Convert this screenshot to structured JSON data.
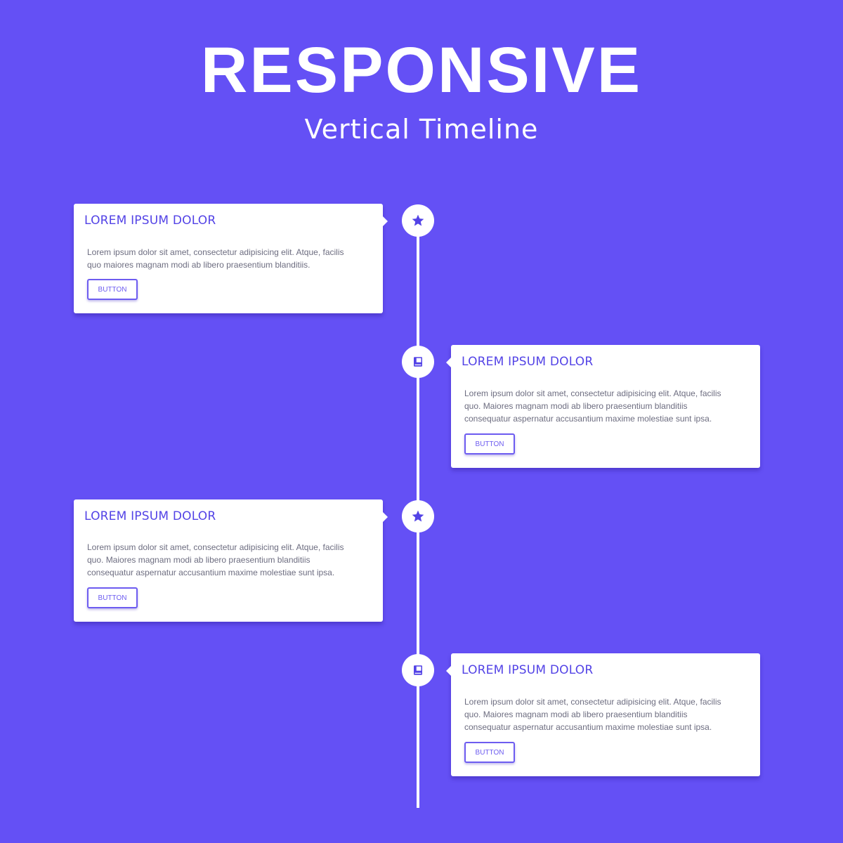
{
  "header": {
    "title": "RESPONSIVE",
    "subtitle": "Vertical Timeline"
  },
  "colors": {
    "background": "#6450f5",
    "accent": "#5343e6",
    "card": "#ffffff"
  },
  "timeline": {
    "items": [
      {
        "icon": "star-icon",
        "side": "left",
        "title": "LOREM IPSUM DOLOR",
        "body_lines": [
          "Lorem ipsum dolor sit amet, consectetur adipisicing elit. Atque, facilis",
          "quo maiores magnam modi ab libero praesentium blanditiis."
        ],
        "button_label": "BUTTON"
      },
      {
        "icon": "book-icon",
        "side": "right",
        "title": "LOREM IPSUM DOLOR",
        "body_lines": [
          "Lorem ipsum dolor sit amet, consectetur adipisicing elit. Atque, facilis",
          "quo. Maiores magnam modi ab libero praesentium blanditiis",
          "consequatur aspernatur accusantium maxime molestiae sunt ipsa."
        ],
        "button_label": "BUTTON"
      },
      {
        "icon": "star-icon",
        "side": "left",
        "title": "LOREM IPSUM DOLOR",
        "body_lines": [
          "Lorem ipsum dolor sit amet, consectetur adipisicing elit. Atque, facilis",
          "quo. Maiores magnam modi ab libero praesentium blanditiis",
          "consequatur aspernatur accusantium maxime molestiae sunt ipsa."
        ],
        "button_label": "BUTTON"
      },
      {
        "icon": "book-icon",
        "side": "right",
        "title": "LOREM IPSUM DOLOR",
        "body_lines": [
          "Lorem ipsum dolor sit amet, consectetur adipisicing elit. Atque, facilis",
          "quo. Maiores magnam modi ab libero praesentium blanditiis",
          "consequatur aspernatur accusantium maxime molestiae sunt ipsa."
        ],
        "button_label": "BUTTON"
      }
    ]
  }
}
